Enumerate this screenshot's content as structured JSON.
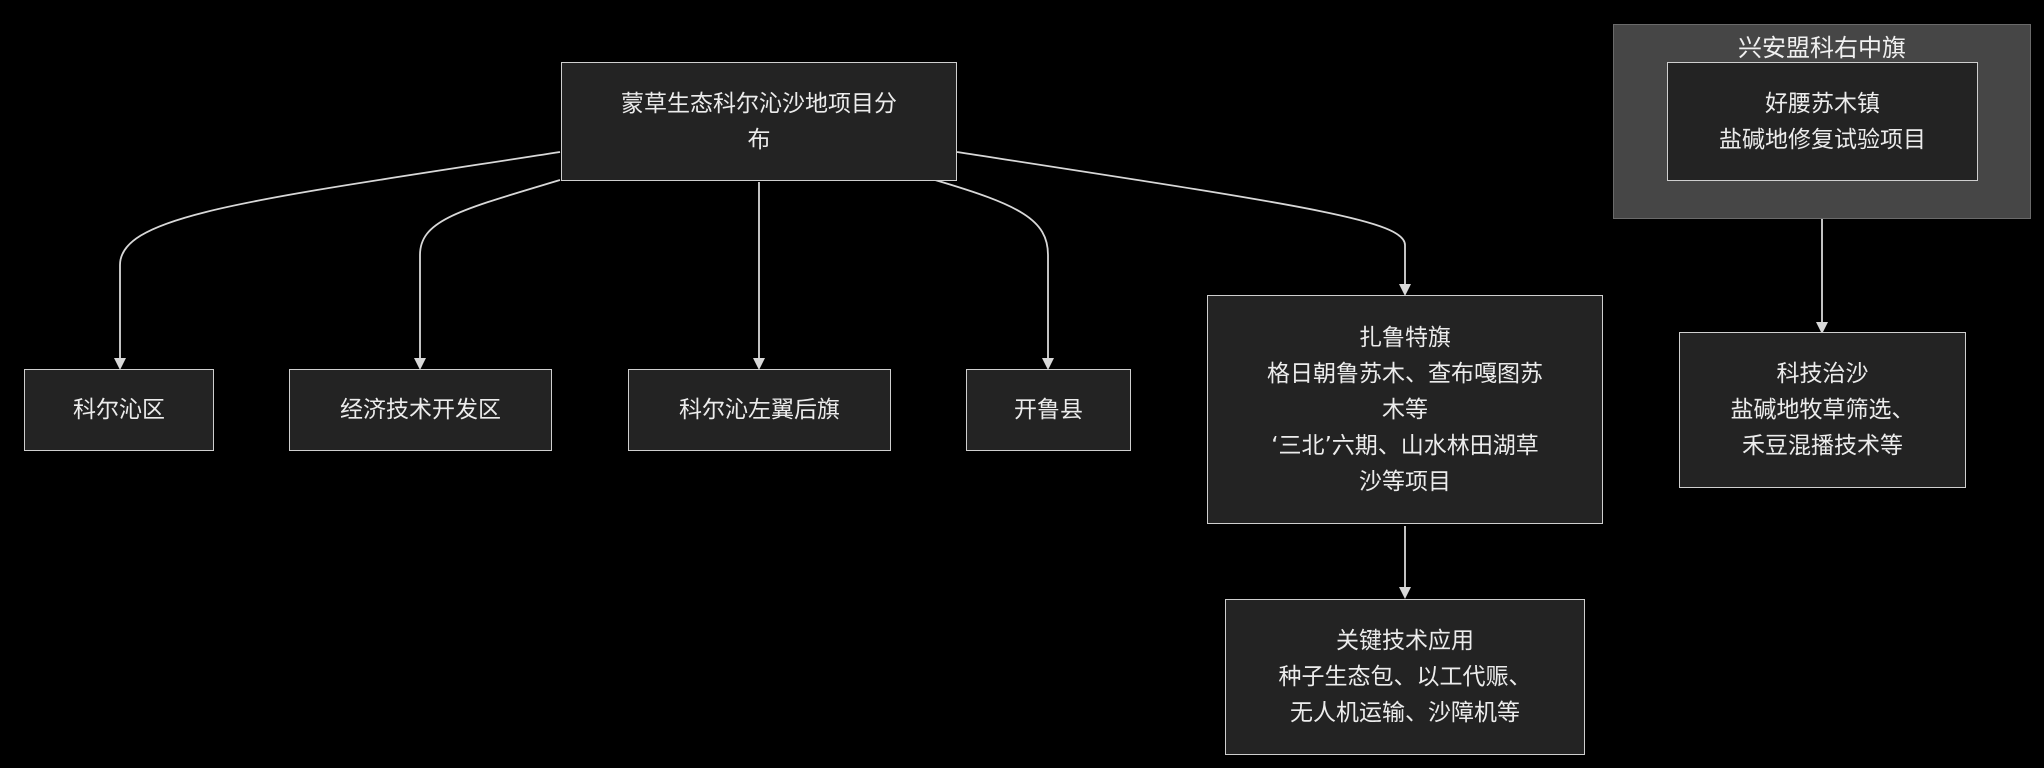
{
  "colors": {
    "background": "#000000",
    "node_fill": "#232323",
    "node_border": "#cfcfcf",
    "edge": "#d8d8d8",
    "group_fill": "#464646",
    "text": "#ececec"
  },
  "group": {
    "title": "兴安盟科右中旗"
  },
  "nodes": {
    "root": {
      "lines": [
        "蒙草生态科尔沁沙地项目分",
        "布"
      ]
    },
    "kerqin": {
      "lines": [
        "科尔沁区"
      ]
    },
    "jingji": {
      "lines": [
        "经济技术开发区"
      ]
    },
    "zuoyi": {
      "lines": [
        "科尔沁左翼后旗"
      ]
    },
    "kailu": {
      "lines": [
        "开鲁县"
      ]
    },
    "zhalute": {
      "lines": [
        "扎鲁特旗",
        "格日朝鲁苏木、查布嘎图苏",
        "木等",
        "‘三北’六期、山水林田湖草",
        "沙等项目"
      ]
    },
    "guanjian": {
      "lines": [
        "关键技术应用",
        "种子生态包、以工代赈、",
        "无人机运输、沙障机等"
      ]
    },
    "haoyao": {
      "lines": [
        "好腰苏木镇",
        "盐碱地修复试验项目"
      ]
    },
    "keji": {
      "lines": [
        "科技治沙",
        "盐碱地牧草筛选、",
        "禾豆混播技术等"
      ]
    }
  }
}
